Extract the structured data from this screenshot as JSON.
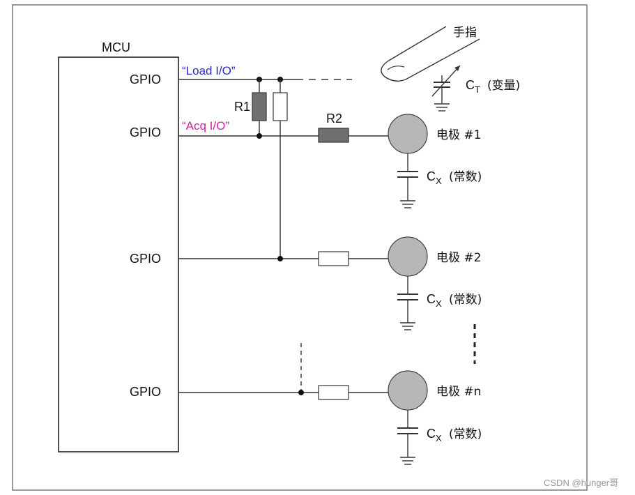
{
  "diagram": {
    "mcu_label": "MCU",
    "gpio_labels": [
      "GPIO",
      "GPIO",
      "GPIO",
      "GPIO"
    ],
    "load_io_label": "“Load I/O”",
    "acq_io_label": "“Acq I/O”",
    "r1_label": "R1",
    "r2_label": "R2",
    "finger_label": "手指",
    "ct_symbol": "C",
    "ct_subscript": "T",
    "ct_note": "(变量)",
    "electrodes": [
      {
        "label": "电极 #1",
        "cx_symbol": "C",
        "cx_subscript": "X",
        "cx_note": "(常数)"
      },
      {
        "label": "电极 #2",
        "cx_symbol": "C",
        "cx_subscript": "X",
        "cx_note": "(常数)"
      },
      {
        "label": "电极 #n",
        "cx_symbol": "C",
        "cx_subscript": "X",
        "cx_note": "(常数)"
      }
    ],
    "watermark": "CSDN @hunger哥"
  },
  "colors": {
    "load_io": "#2b2bb8",
    "acq_io": "#d0209a",
    "electrode_fill": "#b7b7b7",
    "resistor_dark": "#707070"
  }
}
